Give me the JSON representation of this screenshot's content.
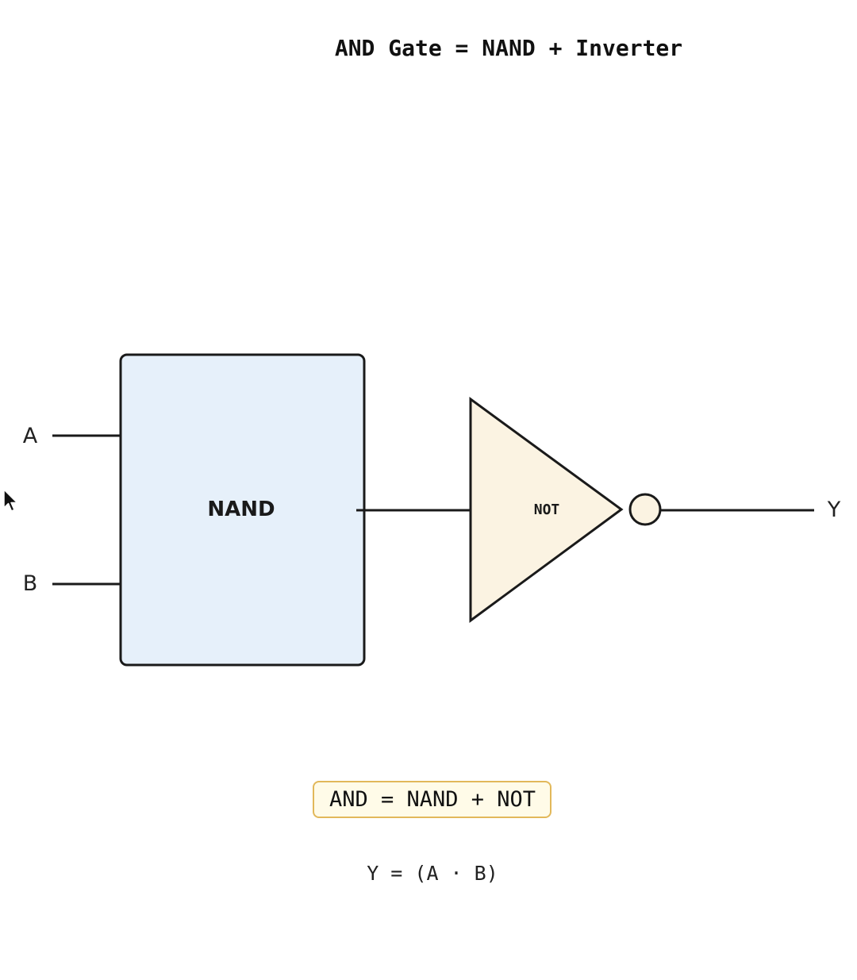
{
  "title": "AND Gate = NAND + Inverter",
  "inputs": [
    {
      "label": "A"
    },
    {
      "label": "B"
    }
  ],
  "output": {
    "label": "Y"
  },
  "gates": {
    "nand": {
      "label": "NAND",
      "fill": "#e6f0fa",
      "stroke": "#1a1a1a"
    },
    "not": {
      "label": "NOT",
      "fill": "#fbf3e2",
      "stroke": "#1a1a1a"
    }
  },
  "summary_box": {
    "text": "AND = NAND + NOT",
    "fill": "#fffbe8",
    "stroke": "#e2b85a"
  },
  "expression": "Y = (A · B)"
}
